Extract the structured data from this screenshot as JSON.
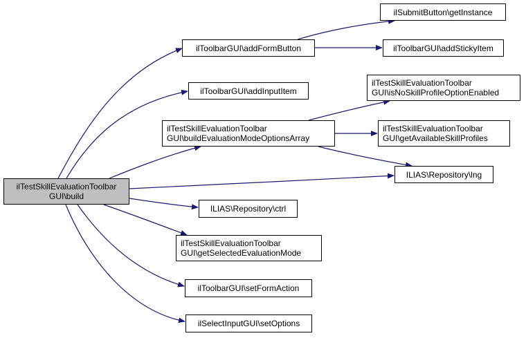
{
  "diagram": {
    "type": "call-graph",
    "edge_color": "#191970",
    "root_fill": "#bfbfbf",
    "nodes": [
      {
        "id": "build",
        "lines": [
          "ilTestSkillEvaluationToolbar",
          "GUI\\build"
        ],
        "root": true
      },
      {
        "id": "addFormButton",
        "lines": [
          "ilToolbarGUI\\addFormButton"
        ]
      },
      {
        "id": "addInputItem",
        "lines": [
          "ilToolbarGUI\\addInputItem"
        ]
      },
      {
        "id": "buildEvaluationModeOptionsArray",
        "lines": [
          "ilTestSkillEvaluationToolbar",
          "GUI\\buildEvaluationModeOptionsArray"
        ]
      },
      {
        "id": "getInstance",
        "lines": [
          "ilSubmitButton\\getInstance"
        ]
      },
      {
        "id": "addStickyItem",
        "lines": [
          "ilToolbarGUI\\addStickyItem"
        ]
      },
      {
        "id": "isNoSkillProfileOptionEnabled",
        "lines": [
          "ilTestSkillEvaluationToolbar",
          "GUI\\isNoSkillProfileOptionEnabled"
        ]
      },
      {
        "id": "getAvailableSkillProfiles",
        "lines": [
          "ilTestSkillEvaluationToolbar",
          "GUI\\getAvailableSkillProfiles"
        ]
      },
      {
        "id": "lng",
        "lines": [
          "ILIAS\\Repository\\lng"
        ]
      },
      {
        "id": "ctrl",
        "lines": [
          "ILIAS\\Repository\\ctrl"
        ]
      },
      {
        "id": "getSelectedEvaluationMode",
        "lines": [
          "ilTestSkillEvaluationToolbar",
          "GUI\\getSelectedEvaluationMode"
        ]
      },
      {
        "id": "setFormAction",
        "lines": [
          "ilToolbarGUI\\setFormAction"
        ]
      },
      {
        "id": "setOptions",
        "lines": [
          "ilSelectInputGUI\\setOptions"
        ]
      }
    ],
    "edges": [
      {
        "from": "build",
        "to": "addFormButton"
      },
      {
        "from": "build",
        "to": "addInputItem"
      },
      {
        "from": "build",
        "to": "buildEvaluationModeOptionsArray"
      },
      {
        "from": "build",
        "to": "lng"
      },
      {
        "from": "build",
        "to": "ctrl"
      },
      {
        "from": "build",
        "to": "getSelectedEvaluationMode"
      },
      {
        "from": "build",
        "to": "setFormAction"
      },
      {
        "from": "build",
        "to": "setOptions"
      },
      {
        "from": "addFormButton",
        "to": "getInstance"
      },
      {
        "from": "addFormButton",
        "to": "addStickyItem"
      },
      {
        "from": "buildEvaluationModeOptionsArray",
        "to": "isNoSkillProfileOptionEnabled"
      },
      {
        "from": "buildEvaluationModeOptionsArray",
        "to": "getAvailableSkillProfiles"
      },
      {
        "from": "buildEvaluationModeOptionsArray",
        "to": "lng"
      }
    ]
  }
}
